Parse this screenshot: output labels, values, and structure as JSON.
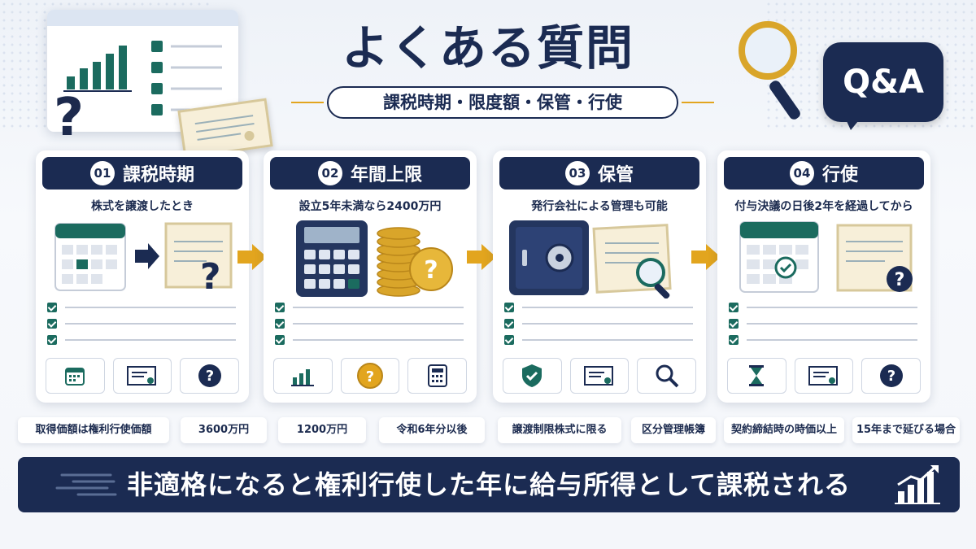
{
  "title": "よくある質問",
  "subtitle": "課税時期・限度額・保管・行使",
  "badge": "Q&A",
  "cards": [
    {
      "num": "01",
      "title": "課税時期",
      "sub": "株式を譲渡したとき"
    },
    {
      "num": "02",
      "title": "年間上限",
      "sub": "設立5年未満なら2400万円"
    },
    {
      "num": "03",
      "title": "保管",
      "sub": "発行会社による管理も可能"
    },
    {
      "num": "04",
      "title": "行使",
      "sub": "付与決議の日後2年を経過してから"
    }
  ],
  "tags": [
    "取得価額は権利行使価額",
    "3600万円",
    "1200万円",
    "令和6年分以後",
    "譲渡制限株式に限る",
    "区分管理帳簿",
    "契約締結時の時価以上",
    "15年まで延びる場合"
  ],
  "banner": "非適格になると権利行使した年に給与所得として課税される",
  "card_icons": [
    [
      "calendar-icon",
      "certificate-icon",
      "question-icon"
    ],
    [
      "bar-chart-icon",
      "coin-question-icon",
      "calculator-icon"
    ],
    [
      "shield-check-icon",
      "certificate-icon",
      "search-icon"
    ],
    [
      "hourglass-icon",
      "certificate-icon",
      "question-icon"
    ]
  ],
  "colors": {
    "navy": "#1b2b52",
    "gold": "#e2a51e",
    "green": "#1b6b5f"
  }
}
